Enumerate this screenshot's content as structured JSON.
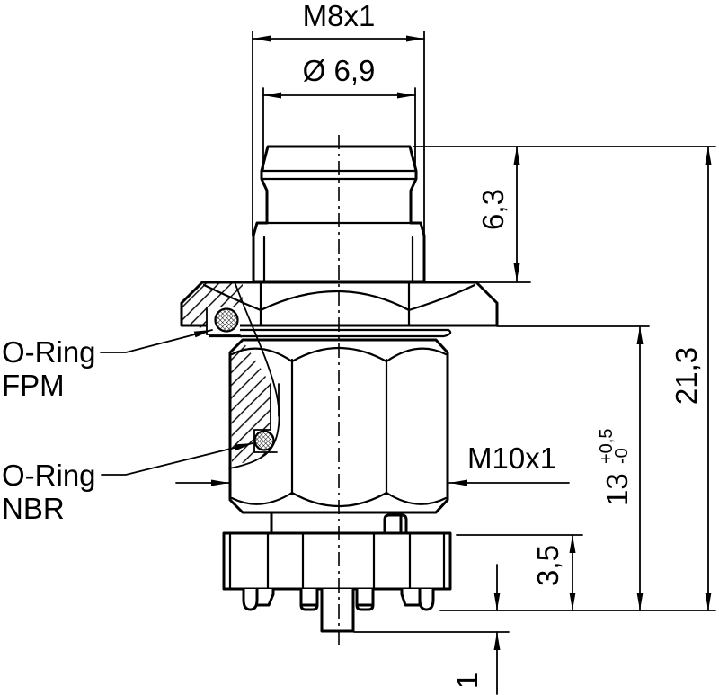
{
  "drawing": {
    "colors": {
      "line": "#000000",
      "background": "#ffffff"
    },
    "dimensions": {
      "top_thread": "M8x1",
      "tip_diameter": "Ø 6,9",
      "tip_height": "6,3",
      "overall_height": "21,3",
      "body_thread": "M10x1",
      "thread_length": "13",
      "thread_length_tol_upper": "+0,5",
      "thread_length_tol_lower": "-0",
      "flange_height": "3,5",
      "center_pin_protrusion": "1"
    },
    "callouts": {
      "oring_fpm": {
        "line1": "O-Ring",
        "line2": "FPM"
      },
      "oring_nbr": {
        "line1": "O-Ring",
        "line2": "NBR"
      }
    }
  }
}
